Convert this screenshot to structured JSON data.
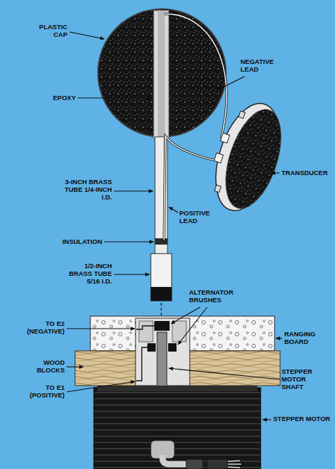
{
  "diagram": {
    "labels": [
      "PLASTIC CAP",
      "EPOXY",
      "NEGATIVE LEAD",
      "TRANSDUCER",
      "3-INCH BRASS TUBE 1/4-INCH I.D.",
      "POSITIVE LEAD",
      "INSULATION",
      "1/2-INCH BRASS TUBE 5/16 I.D.",
      "ALTERNATOR BRUSHES",
      "TO E2 (NEGATIVE)",
      "RANGING BOARD",
      "WOOD BLOCKS",
      "STEPPER MOTOR SHAFT",
      "TO E1 (POSITIVE)",
      "STEPPER MOTOR"
    ]
  }
}
